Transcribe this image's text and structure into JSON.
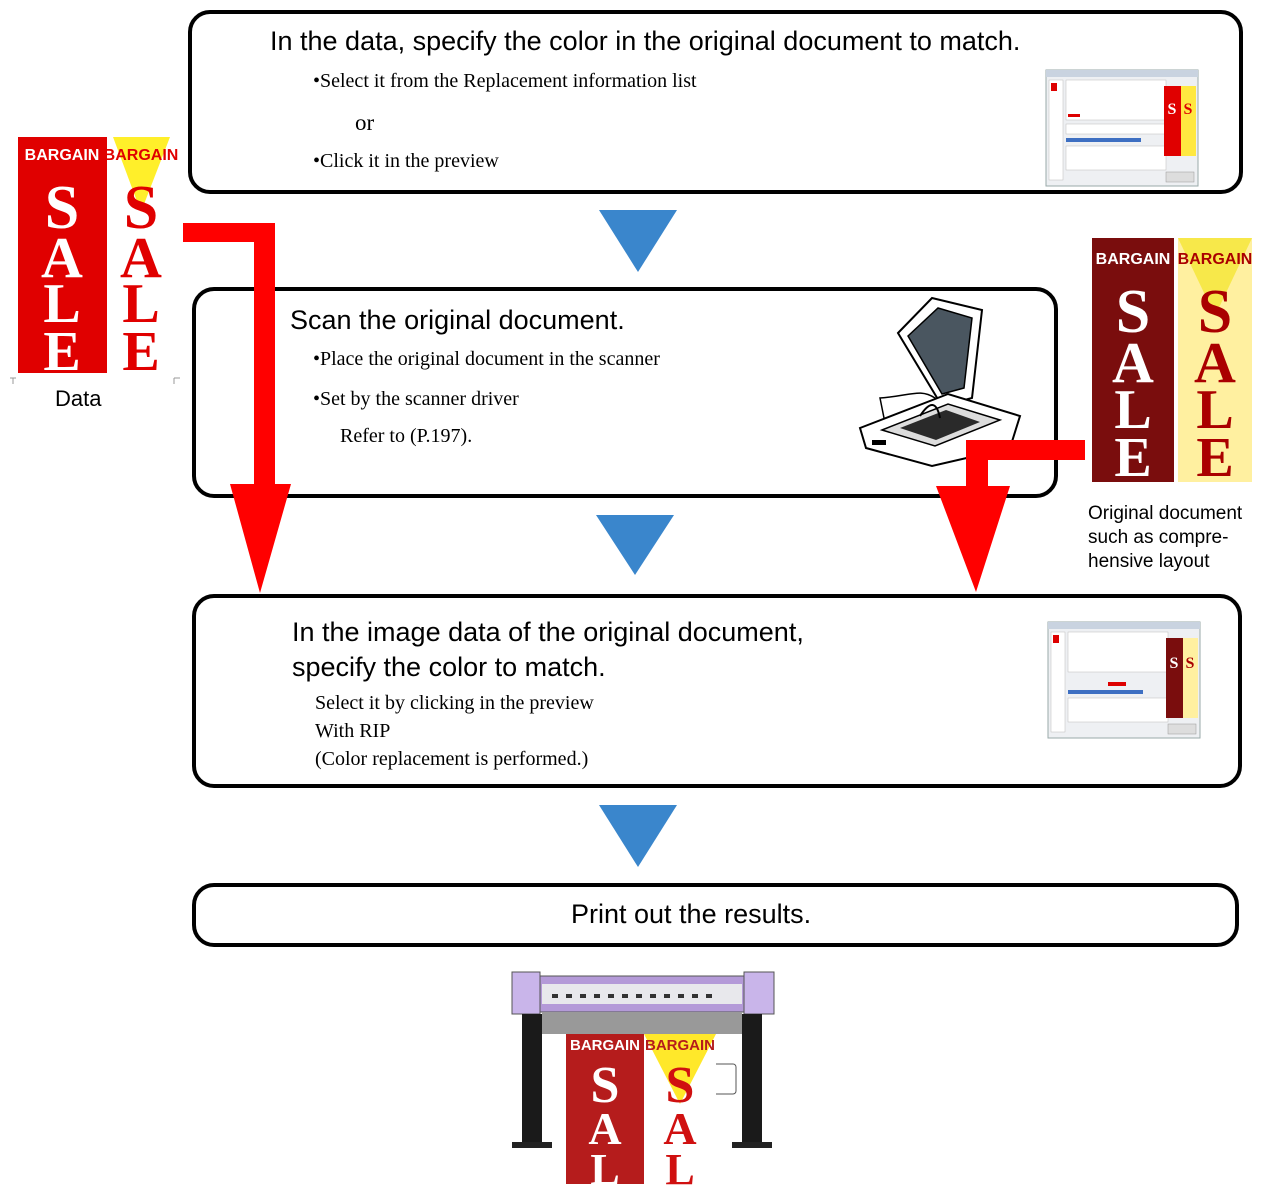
{
  "step1": {
    "title": "In the data, specify the color in the original document to match.",
    "bullet1": "•Select it from the Replacement information list",
    "or": "or",
    "bullet2": "•Click it in the preview"
  },
  "step2": {
    "title": "Scan the original document.",
    "bullet1": "•Place the original document in the scanner",
    "bullet2": "•Set by the scanner driver",
    "ref": "Refer to (P.197)."
  },
  "step3": {
    "title_line1": "In the image data of the original document,",
    "title_line2": "specify the color to match.",
    "line1": "Select it by clicking in the preview",
    "line2": "With RIP",
    "line3": "(Color replacement is performed.)"
  },
  "step4": {
    "title": "Print out the results."
  },
  "data_label": "Data",
  "original_label": [
    "Original document",
    "such as compre-",
    "hensive layout"
  ],
  "banner": {
    "bargain": "BARGAIN",
    "letters": [
      "S",
      "A",
      "L",
      "E"
    ]
  },
  "colors": {
    "arrow_red": "#ff0000",
    "step_triangle": "#3a86cc",
    "box_border": "#000000"
  }
}
